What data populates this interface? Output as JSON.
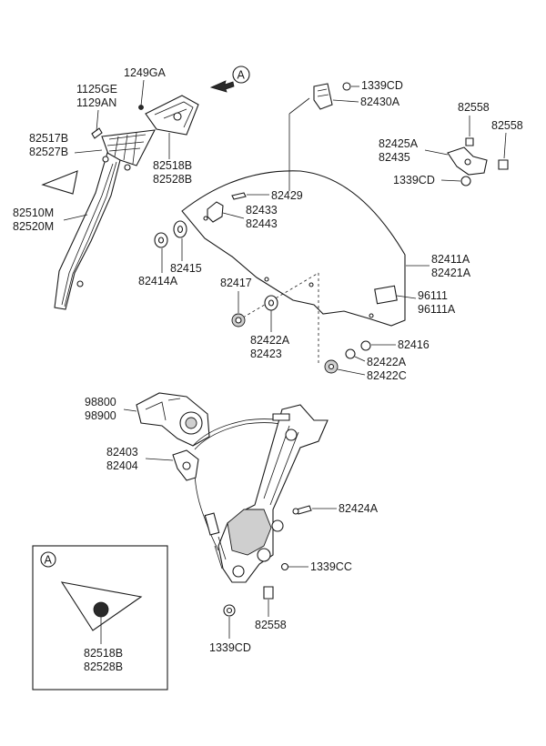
{
  "detail_marker": "A",
  "labels": {
    "p1249GA": "1249GA",
    "p1125GE": "1125GE",
    "p1129AN": "1129AN",
    "p82517B": "82517B",
    "p82527B": "82527B",
    "p82518B": "82518B",
    "p82528B": "82528B",
    "p82510M": "82510M",
    "p82520M": "82520M",
    "p1339CD_top": "1339CD",
    "p82430A": "82430A",
    "p82558_a": "82558",
    "p82558_b": "82558",
    "p82425A": "82425A",
    "p82435": "82435",
    "p1339CD_mid": "1339CD",
    "p82429": "82429",
    "p82433": "82433",
    "p82443": "82443",
    "p82415": "82415",
    "p82414A": "82414A",
    "p82411A": "82411A",
    "p82421A": "82421A",
    "p82417": "82417",
    "p96111": "96111",
    "p96111A": "96111A",
    "p82422A_a": "82422A",
    "p82423": "82423",
    "p82416": "82416",
    "p82422A_b": "82422A",
    "p82422C": "82422C",
    "p98800": "98800",
    "p98900": "98900",
    "p82403": "82403",
    "p82404": "82404",
    "p82424A": "82424A",
    "p1339CC": "1339CC",
    "p82558_c": "82558",
    "p1339CD_bot": "1339CD",
    "inset_82518B": "82518B",
    "inset_82528B": "82528B"
  }
}
